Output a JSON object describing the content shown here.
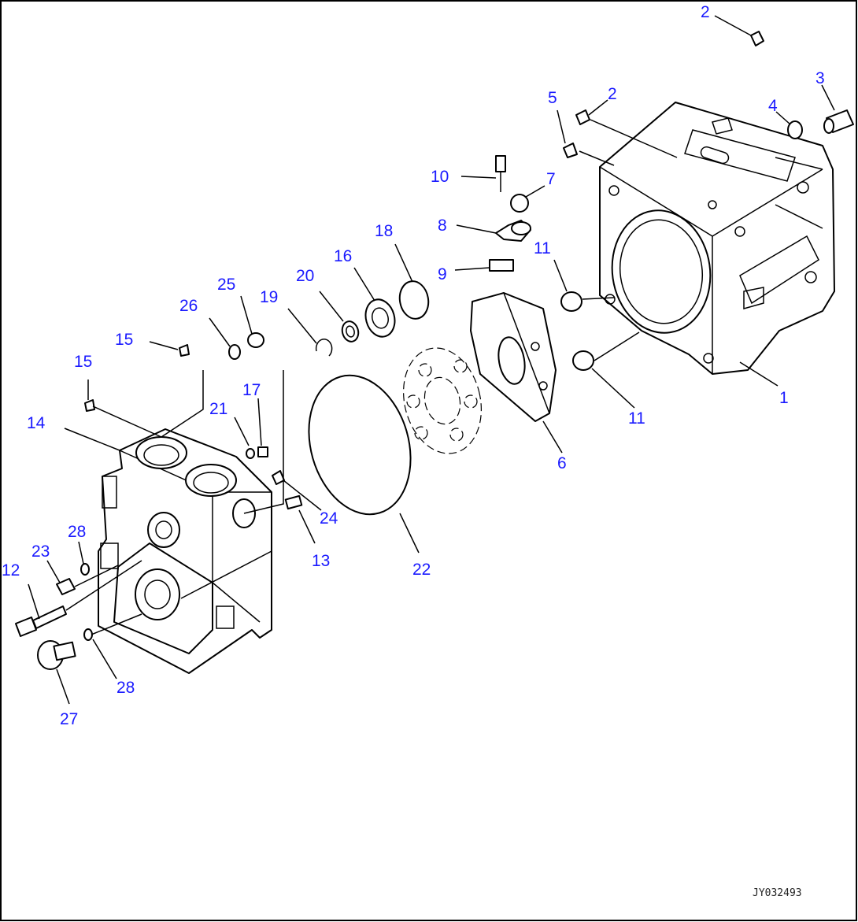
{
  "drawing_id": "JY032493",
  "colors": {
    "callout": "#1a1aff",
    "line": "#000000",
    "background": "#ffffff"
  },
  "callouts": [
    {
      "id": "c2a",
      "label": "2"
    },
    {
      "id": "c2b",
      "label": "2"
    },
    {
      "id": "c3",
      "label": "3"
    },
    {
      "id": "c4",
      "label": "4"
    },
    {
      "id": "c5",
      "label": "5"
    },
    {
      "id": "c7",
      "label": "7"
    },
    {
      "id": "c10",
      "label": "10"
    },
    {
      "id": "c8",
      "label": "8"
    },
    {
      "id": "c9",
      "label": "9"
    },
    {
      "id": "c11a",
      "label": "11"
    },
    {
      "id": "c11b",
      "label": "11"
    },
    {
      "id": "c18",
      "label": "18"
    },
    {
      "id": "c16",
      "label": "16"
    },
    {
      "id": "c20",
      "label": "20"
    },
    {
      "id": "c19",
      "label": "19"
    },
    {
      "id": "c25",
      "label": "25"
    },
    {
      "id": "c26",
      "label": "26"
    },
    {
      "id": "c15a",
      "label": "15"
    },
    {
      "id": "c15b",
      "label": "15"
    },
    {
      "id": "c1",
      "label": "1"
    },
    {
      "id": "c6",
      "label": "6"
    },
    {
      "id": "c14",
      "label": "14"
    },
    {
      "id": "c21",
      "label": "21"
    },
    {
      "id": "c17",
      "label": "17"
    },
    {
      "id": "c24",
      "label": "24"
    },
    {
      "id": "c13",
      "label": "13"
    },
    {
      "id": "c22",
      "label": "22"
    },
    {
      "id": "c28a",
      "label": "28"
    },
    {
      "id": "c23",
      "label": "23"
    },
    {
      "id": "c12",
      "label": "12"
    },
    {
      "id": "c28b",
      "label": "28"
    },
    {
      "id": "c27",
      "label": "27"
    }
  ]
}
